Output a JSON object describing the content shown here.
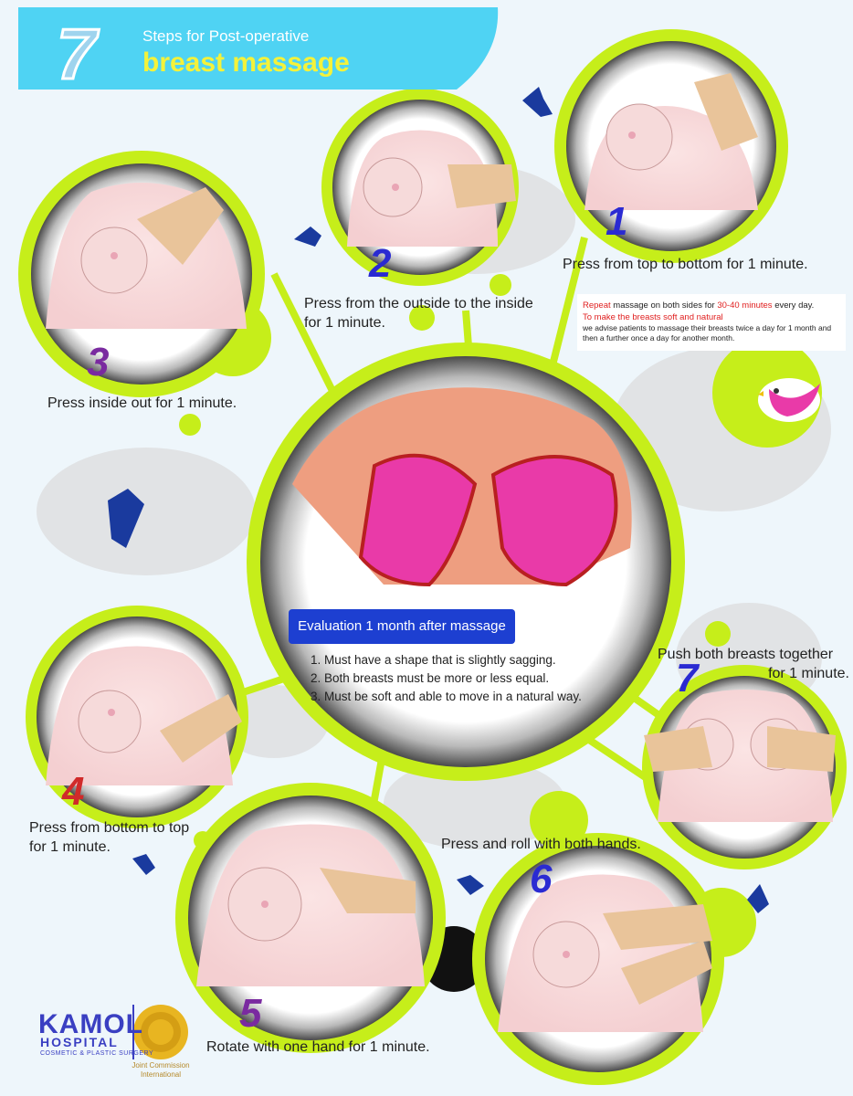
{
  "header": {
    "number": "7",
    "subtitle": "Steps for Post-operative",
    "title": "breast massage"
  },
  "steps": [
    {
      "num": "1",
      "text": "Press from top to bottom for 1 minute."
    },
    {
      "num": "2",
      "line1": "Press from the outside to the inside",
      "line2": "for 1 minute."
    },
    {
      "num": "3",
      "text": "Press inside out for 1 minute."
    },
    {
      "num": "4",
      "line1": "Press from bottom to top",
      "line2": "for 1 minute."
    },
    {
      "num": "5",
      "text": "Rotate with one hand for 1 minute."
    },
    {
      "num": "6",
      "text": "Press and roll with both hands."
    },
    {
      "num": "7",
      "line1": "Push both breasts together",
      "line2": "for 1 minute."
    }
  ],
  "note": {
    "repeat_word": "Repeat",
    "repeat_mid": " massage on both sides for ",
    "repeat_minutes": "30-40 minutes",
    "repeat_end": " every day.",
    "soft": "To make the breasts soft and natural",
    "advise": "we advise patients to massage their breasts twice a day for 1 month and then a further once a day for another month."
  },
  "evaluation": {
    "title": "Evaluation 1 month after massage",
    "items": [
      "1. Must have a shape that is slightly sagging.",
      "2. Both breasts must be more or less equal.",
      "3. Must be soft and able to move in a natural way."
    ]
  },
  "logo": {
    "name": "KAMOL",
    "sub": "HOSPITAL",
    "tag": "COSMETIC & PLASTIC SURGERY",
    "jci": "Joint Commission International"
  },
  "colors": {
    "header_bg": "#4fd3f3",
    "lime": "#c6ee1a",
    "step_blue": "#2a2ad2",
    "step_purple": "#7a2aa0",
    "step_red": "#d02a2a",
    "eval_bg": "#1d3fd1",
    "bra_pink": "#e93aa8",
    "skin": "#f5d3d4"
  }
}
